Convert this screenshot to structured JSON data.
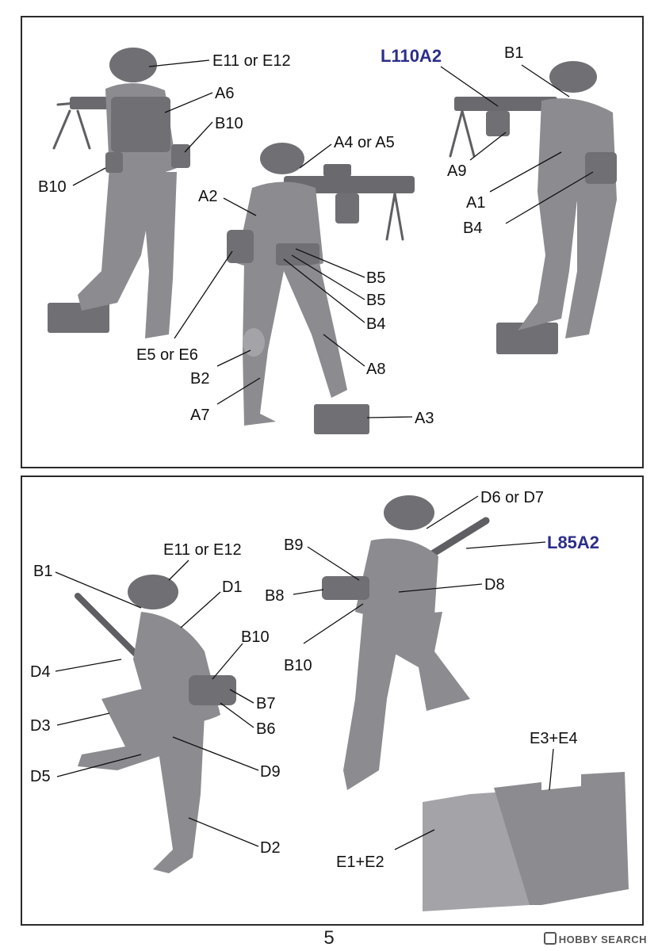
{
  "page_number": "5",
  "watermark": "HOBBY SEARCH",
  "top_panel": {
    "weapon_label": "L110A2",
    "labels": [
      "E11 or E12",
      "A6",
      "B10",
      "B10",
      "A4 or A5",
      "A2",
      "B5",
      "B5",
      "B4",
      "E5 or E6",
      "B2",
      "A7",
      "A8",
      "A3",
      "B1",
      "A9",
      "A1",
      "B4"
    ]
  },
  "bottom_panel": {
    "weapon_label": "L85A2",
    "labels": [
      "E11 or E12",
      "B1",
      "D1",
      "D4",
      "B10",
      "B7",
      "B6",
      "D3",
      "D9",
      "D5",
      "D2",
      "D6 or D7",
      "B9",
      "B8",
      "D8",
      "B10",
      "E3+E4",
      "E1+E2"
    ]
  },
  "colors": {
    "figure_grey": "#8b8b90",
    "weapon_label_blue": "#2b2e8a",
    "border": "#2a2a2a"
  }
}
